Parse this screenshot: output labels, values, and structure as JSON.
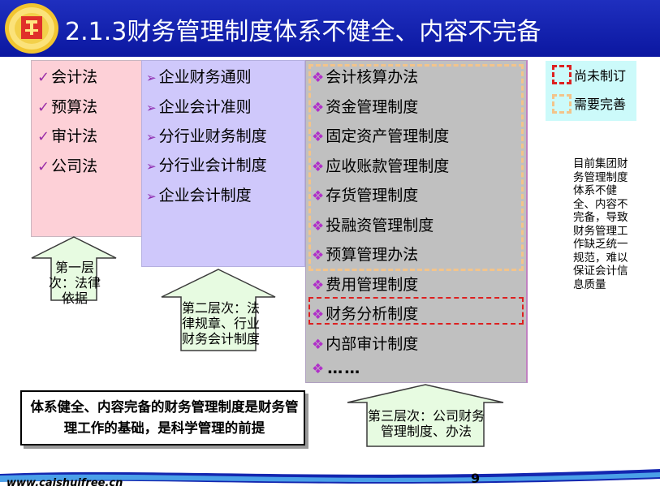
{
  "header": {
    "title": "2.1.3财务管理制度体系不健全、内容不完备",
    "bg_color": "#1a27b5"
  },
  "columns": {
    "law": {
      "items": [
        "会计法",
        "预算法",
        "审计法",
        "公司法"
      ],
      "bg_color": "#fdd0d7"
    },
    "regulation": {
      "items": [
        "企业财务通则",
        "企业会计准则",
        "分行业财务制度",
        "分行业会计制度",
        "企业会计制度"
      ],
      "bg_color": "#cfc8fb"
    },
    "company": {
      "items": [
        "会计核算办法",
        "资金管理制度",
        "固定资产管理制度",
        "应收账款管理制度",
        "存货管理制度",
        "投融资管理制度",
        "预算管理办法",
        "费用管理制度",
        "财务分析制度",
        "内部审计制度",
        "……"
      ],
      "bg_color": "#c0c0c0"
    }
  },
  "legend": {
    "not_made": "尚未制订",
    "needs_improvement": "需要完善",
    "red": "#dd2020",
    "orange": "#f3c48a"
  },
  "note": "目前集团财务管理制度体系不健全、内容不完备，导致财务管理工作缺乏统一规范，难以保证会计信息质量",
  "levels": {
    "level1": "第一层次：法律依据",
    "level2": "第二层次：法律规章、行业财务会计制度",
    "level3": "第三层次：公司财务管理制度、办法"
  },
  "summary": "体系健全、内容完备的财务管理制度是财务管理工作的基础，是科学管理的前提",
  "footer": {
    "website": "www.caishuifree.cn",
    "page": "9"
  }
}
